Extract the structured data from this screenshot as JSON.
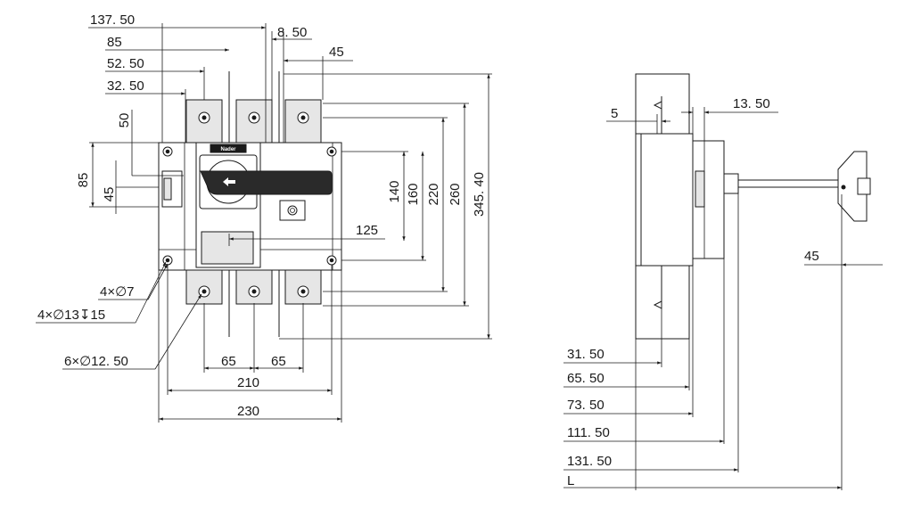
{
  "front_view": {
    "dims_top": {
      "d1": "137. 50",
      "d2": "85",
      "d3": "52. 50",
      "d4": "32. 50",
      "d5": "8. 50",
      "d6": "45"
    },
    "dims_left": {
      "d50": "50",
      "d85": "85",
      "d45": "45"
    },
    "dims_right": {
      "d140": "140",
      "d160": "160",
      "d220": "220",
      "d260": "260",
      "d345": "345. 40",
      "d125": "125"
    },
    "dims_bottom": {
      "d65a": "65",
      "d65b": "65",
      "d210": "210",
      "d230": "230"
    },
    "callouts": {
      "holes_small": "4×∅7",
      "holes_counterbore": "4×∅13↧15",
      "holes_terminal": "6×∅12. 50"
    },
    "brand": "Nader"
  },
  "side_view": {
    "dims": {
      "d5": "5",
      "d13": "13. 50",
      "d45": "45",
      "d31": "31. 50",
      "d65": "65. 50",
      "d73": "73. 50",
      "d111": "111. 50",
      "d131": "131. 50",
      "dL": "L"
    }
  }
}
